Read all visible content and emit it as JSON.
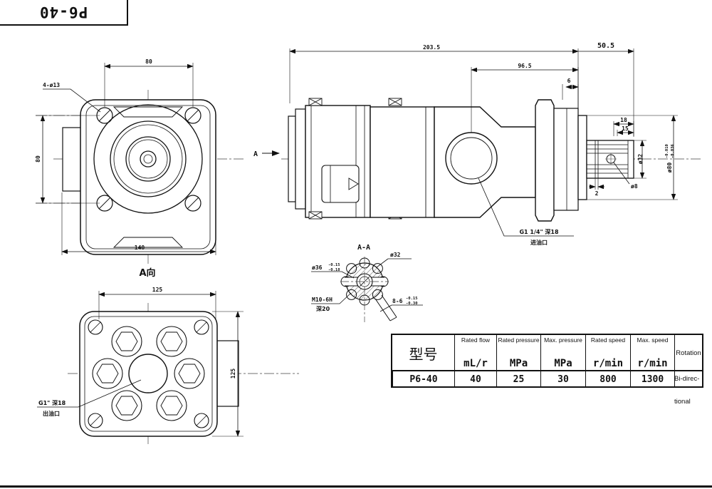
{
  "title_block": {
    "model": "P6-40"
  },
  "front_view": {
    "view_label": "A向",
    "dim_hole_spacing_top": "80",
    "dim_hole_spacing_left": "80",
    "dim_overall_width": "140",
    "callout_bolt_holes": "4-ø13"
  },
  "side_view": {
    "section_arrow_label": "A",
    "dim_overall_length": "203.5",
    "dim_body_length": "96.5",
    "dim_shaft_extension": "50.5",
    "dim_flange_step": "6",
    "dim_spline_length": "18",
    "dim_spline_engagement": "15",
    "dim_shaft_diameter": "ø32",
    "dim_cross_hole_diameter": "ø8",
    "dim_groove_width": "2",
    "dim_pilot_diameter": "ø80",
    "pilot_tol_upper": "-0.010",
    "pilot_tol_lower": "-0.036",
    "callout_inlet_spec": "G1 1/4\" 深18",
    "callout_inlet_name": "进油口"
  },
  "section_view": {
    "view_label": "A-A",
    "callout_major_diameter": "ø32",
    "callout_minor_diameter": "ø36",
    "minor_tol_upper": "-0.15",
    "minor_tol_lower": "-0.18",
    "callout_thread": "M10-6H",
    "callout_thread_depth": "深20",
    "callout_spline": "8-6",
    "spline_tol_upper": "-0.15",
    "spline_tol_lower": "-0.30"
  },
  "bottom_view": {
    "dim_width": "125",
    "dim_height": "125",
    "callout_outlet_spec": "G1\" 深18",
    "callout_outlet_name": "出油口"
  },
  "spec_table": {
    "model_header": "型号",
    "columns": [
      {
        "label": "Rated flow",
        "unit": "mL/r"
      },
      {
        "label": "Rated pressure",
        "unit": "MPa"
      },
      {
        "label": "Max. pressure",
        "unit": "MPa"
      },
      {
        "label": "Rated speed",
        "unit": "r/min"
      },
      {
        "label": "Max. speed",
        "unit": "r/min"
      }
    ],
    "rotation_header": "Rotation",
    "row": {
      "model": "P6-40",
      "rated_flow": "40",
      "rated_pressure": "25",
      "max_pressure": "30",
      "rated_speed": "800",
      "max_speed": "1300",
      "rotation_line1": "Bi-direc-",
      "rotation_line2": "tional"
    }
  }
}
